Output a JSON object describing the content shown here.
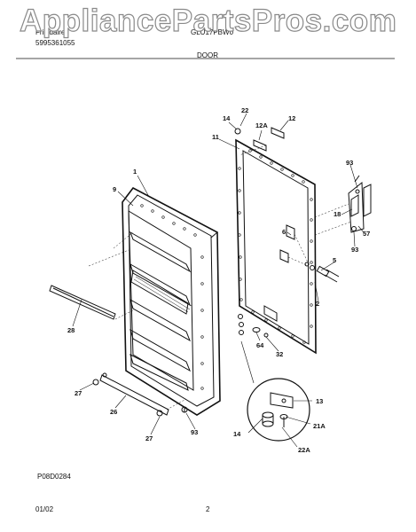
{
  "watermark": "AppliancePartsPros.com",
  "header": {
    "brand": "Frigidaire",
    "model": "GLU17PBW0",
    "part_number": "5995361055",
    "section": "DOOR"
  },
  "diagram": {
    "code": "P08D0284",
    "callouts": [
      "1",
      "2",
      "5",
      "6",
      "9",
      "11",
      "12",
      "12A",
      "13",
      "14",
      "14",
      "18",
      "21A",
      "22",
      "22A",
      "26",
      "27",
      "27",
      "28",
      "32",
      "57",
      "64",
      "93",
      "93",
      "93"
    ]
  },
  "footer": {
    "date": "01/02",
    "page": "2"
  }
}
